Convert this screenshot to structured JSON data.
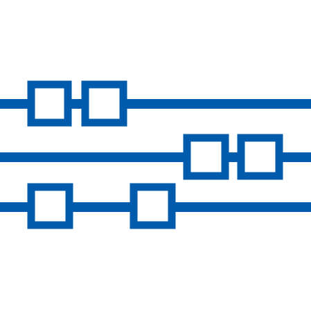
{
  "icon": {
    "name": "abacus-icon",
    "color": "#005bac",
    "background": "#ffffff",
    "rows": [
      {
        "name": "top-rod",
        "beads": 2
      },
      {
        "name": "middle-rod",
        "beads": 2
      },
      {
        "name": "bottom-rod",
        "beads": 2
      }
    ]
  }
}
